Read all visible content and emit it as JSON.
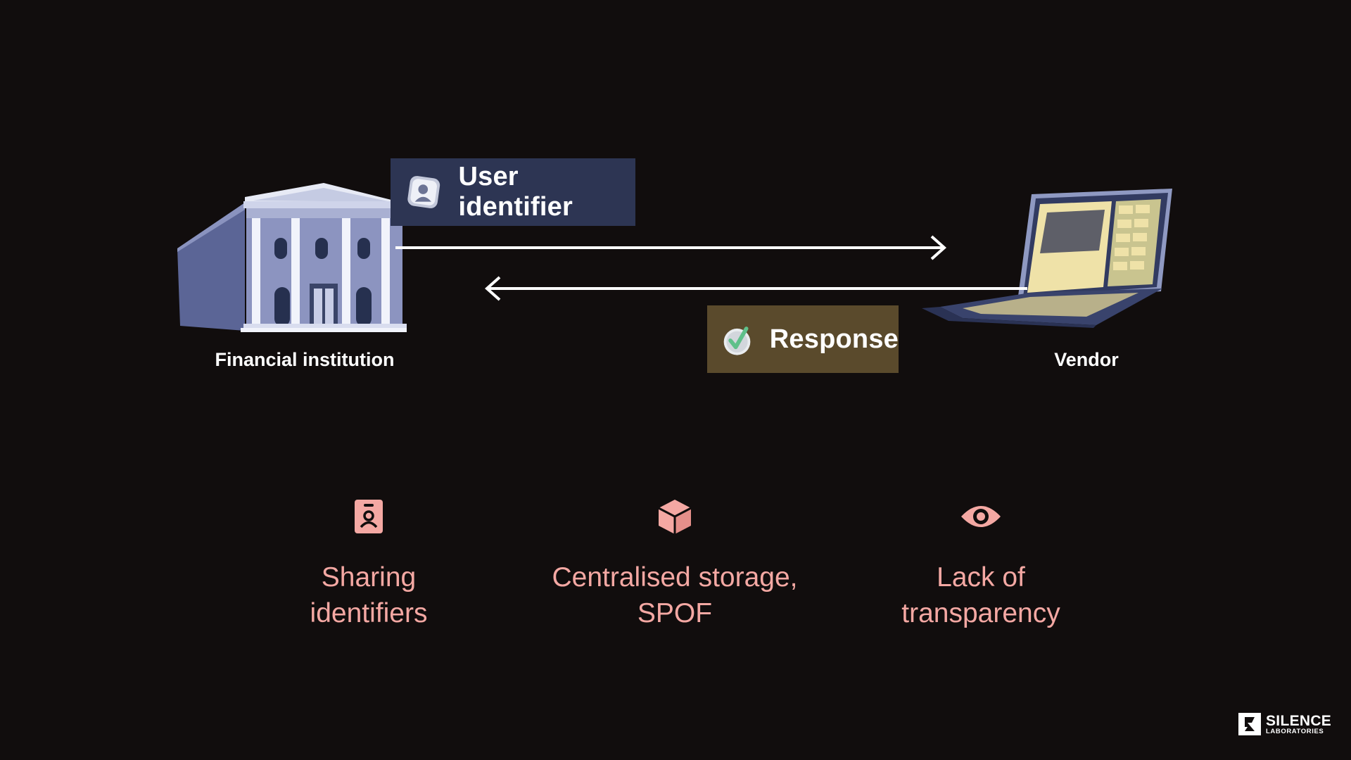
{
  "diagram": {
    "left_entity": {
      "label": "Financial institution",
      "icon": "bank-building-icon"
    },
    "right_entity": {
      "label": "Vendor",
      "icon": "laptop-icon"
    },
    "request": {
      "label": "User identifier",
      "icon": "user-id-card-icon",
      "color": "#2d3553"
    },
    "response": {
      "label": "Response",
      "icon": "checkmark-icon",
      "color": "#5a4a2c"
    }
  },
  "issues": [
    {
      "icon": "id-badge-icon",
      "line1": "Sharing",
      "line2": "identifiers"
    },
    {
      "icon": "cube-icon",
      "line1": "Centralised storage,",
      "line2": "SPOF"
    },
    {
      "icon": "eye-icon",
      "line1": "Lack of",
      "line2": "transparency"
    }
  ],
  "colors": {
    "background": "#110d0d",
    "issue_text": "#f4a8a3",
    "arrow": "#ffffff"
  },
  "logo": {
    "main": "SILENCE",
    "sub": "LABORATORIES",
    "icon": "silence-labs-logo-icon"
  }
}
